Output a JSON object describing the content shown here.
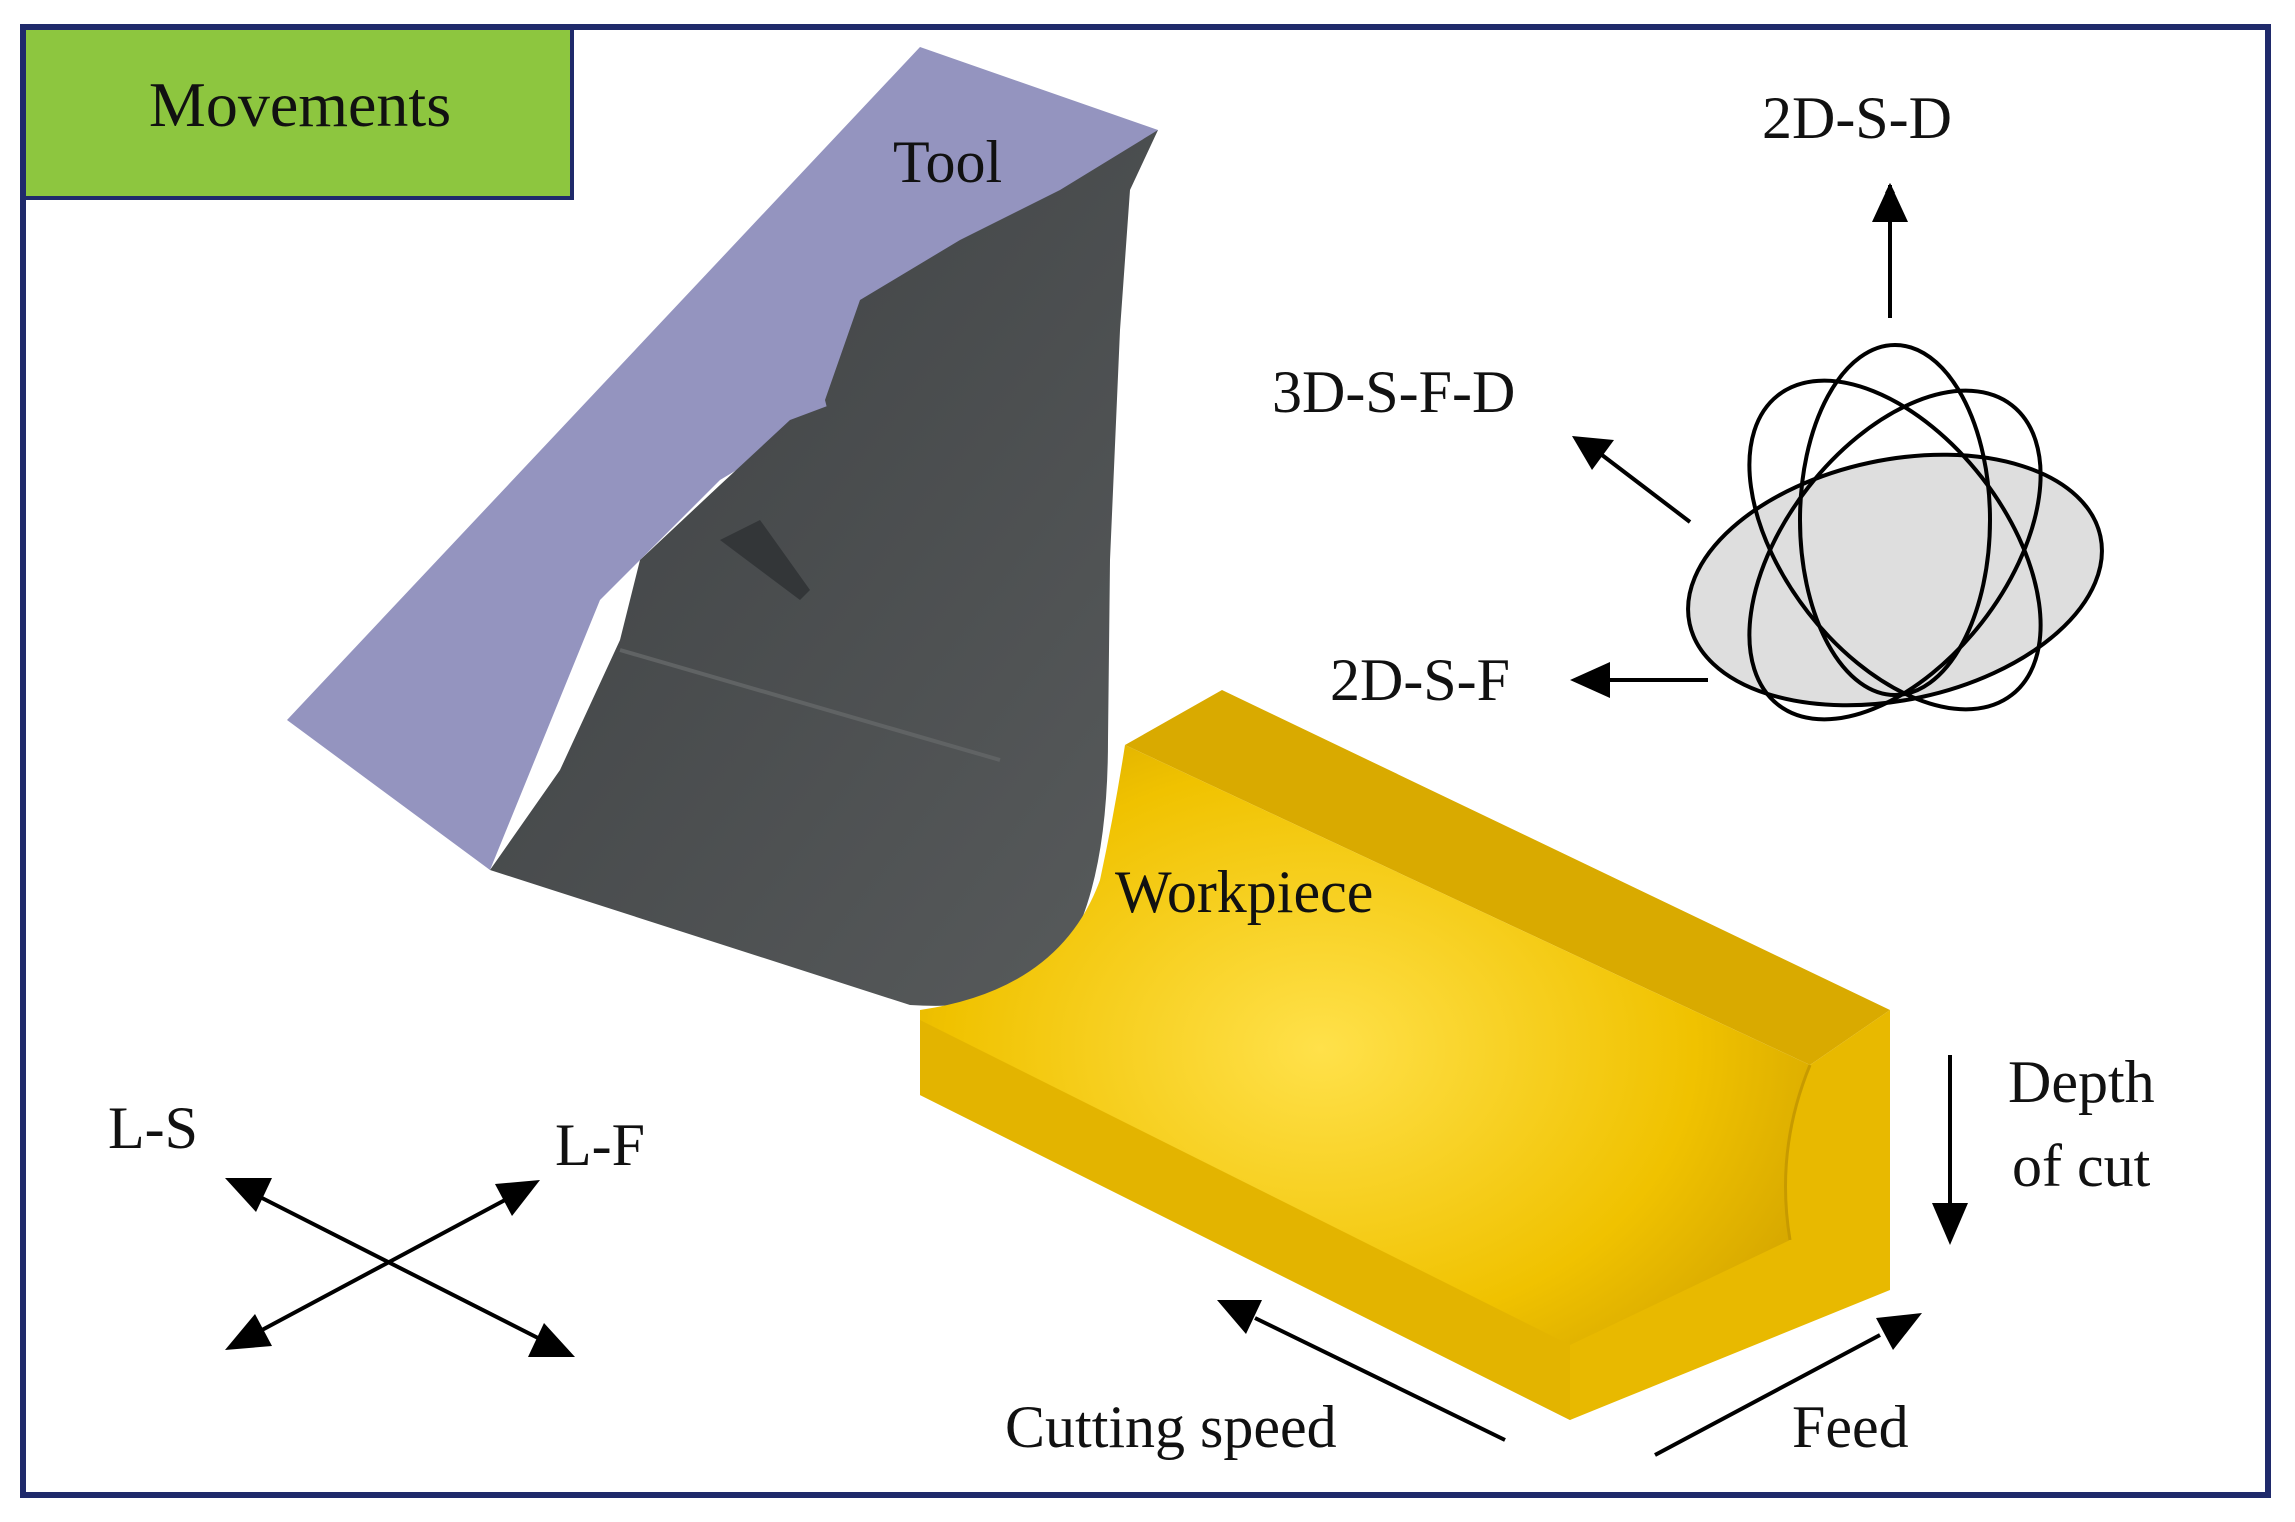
{
  "title": "Movements",
  "labels": {
    "tool": "Tool",
    "workpiece": "Workpiece",
    "movements": {
      "two_d_s_d": "2D-S-D",
      "three_d_s_f_d": "3D-S-F-D",
      "two_d_s_f": "2D-S-F",
      "l_s": "L-S",
      "l_f": "L-F"
    },
    "directions": {
      "depth_line1": "Depth",
      "depth_line2": "of cut",
      "cutting_speed": "Cutting speed",
      "feed": "Feed"
    }
  },
  "colors": {
    "frame": "#1f2a6b",
    "title_fill": "#8dc63f",
    "tool_top": "#9494bf",
    "tool_body": "#4b4e50",
    "workpiece": "#e3b400",
    "ellipse_fill": "#dedede"
  }
}
